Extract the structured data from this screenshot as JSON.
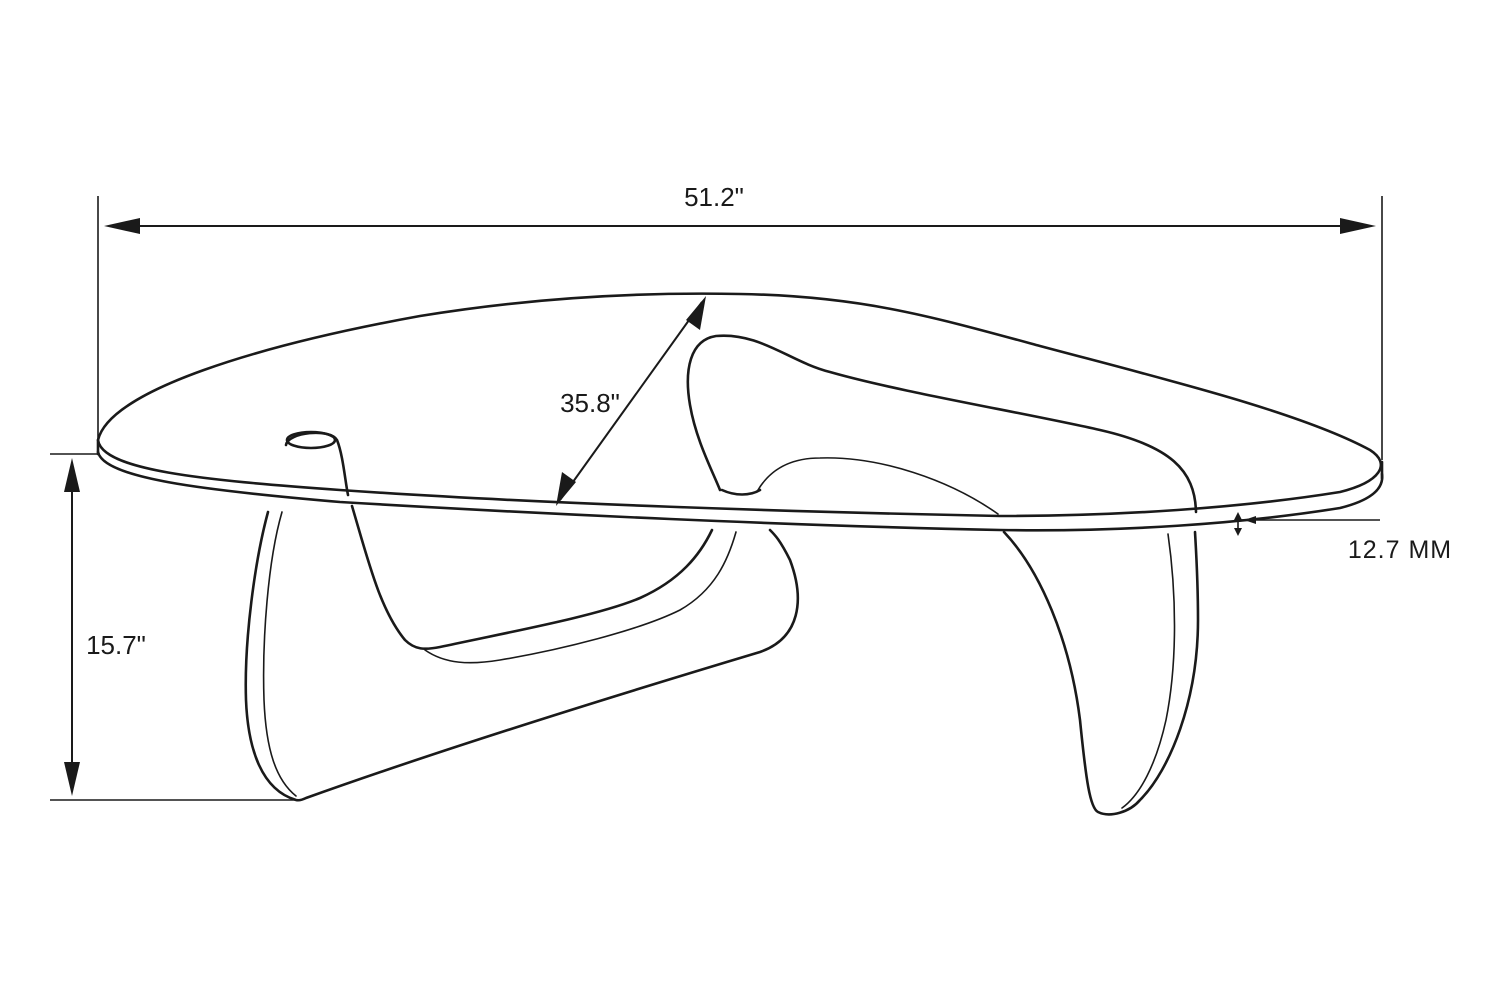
{
  "dimensions": {
    "overall_width": "51.2\"",
    "depth": "35.8\"",
    "height": "15.7\"",
    "glass_thickness": "12.7 MM"
  },
  "colors": {
    "line": "#1a1a1a",
    "background": "#ffffff"
  }
}
